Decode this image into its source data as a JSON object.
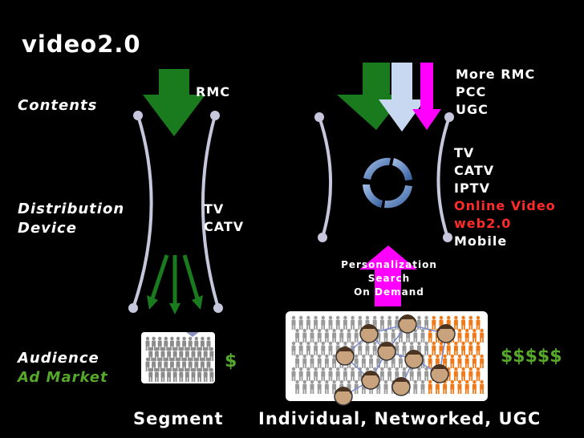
{
  "title": "video2.0",
  "row_labels": {
    "contents": "Contents",
    "distribution": "Distribution",
    "device": "Device",
    "audience": "Audience",
    "ad_market": "Ad Market"
  },
  "left_side": {
    "content_label": "RMC",
    "channels": [
      "TV",
      "CATV"
    ],
    "money": "$",
    "caption": "Segment"
  },
  "right_side": {
    "content_labels": [
      "More RMC",
      "PCC",
      "UGC"
    ],
    "channels": [
      {
        "text": "TV",
        "color": "#ffffff"
      },
      {
        "text": "CATV",
        "color": "#ffffff"
      },
      {
        "text": "IPTV",
        "color": "#ffffff"
      },
      {
        "text": "Online Video",
        "color": "#ff2b2b"
      },
      {
        "text": "web2.0",
        "color": "#ff2b2b"
      },
      {
        "text": "Mobile",
        "color": "#ffffff"
      }
    ],
    "features": [
      "Personalization",
      "Search",
      "On Demand"
    ],
    "money": "$$$$$",
    "caption": "Individual, Networked, UGC"
  },
  "colors": {
    "rmc_green": "#1a7a1e",
    "pcc_blue": "#c8d8f0",
    "ugc_magenta": "#ff00ff",
    "money_green": "#56a82a",
    "online_red": "#ff2b2b",
    "people_gray": "#9a9a9a",
    "people_orange": "#f07a1a"
  }
}
